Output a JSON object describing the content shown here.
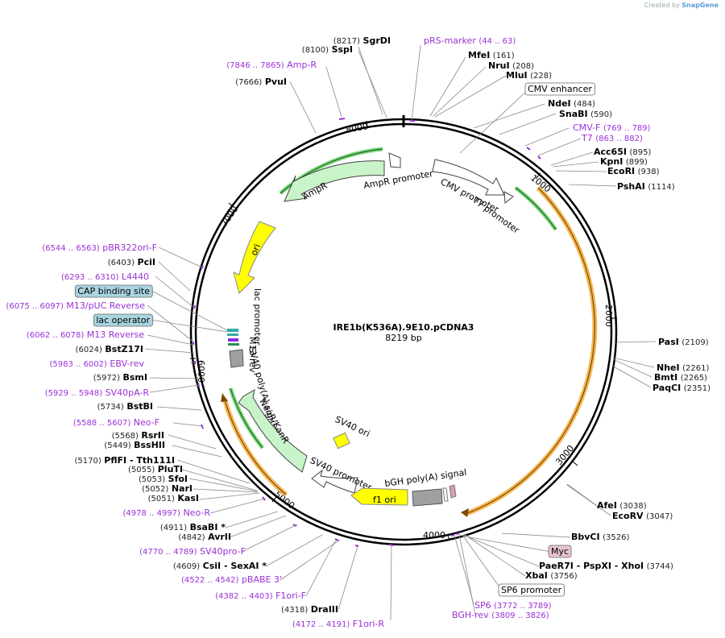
{
  "credit": {
    "prefix": "Created by",
    "brand": "SnapGene"
  },
  "plasmid": {
    "name": "IRE1b(K536A).9E10.pCDNA3",
    "length_label": "8219 bp"
  },
  "ruler": [
    "1000",
    "2000",
    "3000",
    "4000",
    "5000",
    "6000",
    "7000",
    "8000"
  ],
  "features": [
    {
      "id": "ampr-promoter",
      "label": "AmpR promoter",
      "color": "#ffffff"
    },
    {
      "id": "ampr",
      "label": "AmpR",
      "color": "#c9f3c9"
    },
    {
      "id": "cmv-promoter",
      "label": "CMV promoter",
      "color": "#ffffff"
    },
    {
      "id": "t7-promoter",
      "label": "T7 promoter",
      "color": "#ffffff"
    },
    {
      "id": "ori",
      "label": "ori",
      "color": "#ffff00"
    },
    {
      "id": "lac-promoter",
      "label": "lac promoter",
      "color": "#ffffff"
    },
    {
      "id": "m13-rev",
      "label": "M13 rev",
      "color": "#ffffff"
    },
    {
      "id": "sv40-polya",
      "label": "SV40 poly(A) signal",
      "color": "#a0a0a0"
    },
    {
      "id": "neo",
      "label": "NeoR/KanR",
      "color": "#c9f3c9"
    },
    {
      "id": "sv40-ori",
      "label": "SV40 ori",
      "color": "#ffff00"
    },
    {
      "id": "sv40-promoter",
      "label": "SV40 promoter",
      "color": "#ffffff"
    },
    {
      "id": "f1-ori",
      "label": "f1 ori",
      "color": "#ffff00"
    },
    {
      "id": "bgh",
      "label": "bGH poly(A) signal",
      "color": "#a0a0a0"
    }
  ],
  "labels": [
    {
      "name": "SgrDI",
      "pos": "(8217)",
      "kind": "enzyme"
    },
    {
      "name": "SspI",
      "pos": "(8100)",
      "kind": "enzyme"
    },
    {
      "name": "Amp-R",
      "pos": "(7846 .. 7865)",
      "kind": "primer"
    },
    {
      "name": "PvuI",
      "pos": "(7666)",
      "kind": "enzyme"
    },
    {
      "name": "pRS-marker",
      "pos": "(44 .. 63)",
      "kind": "primer"
    },
    {
      "name": "MfeI",
      "pos": "(161)",
      "kind": "enzyme"
    },
    {
      "name": "NruI",
      "pos": "(208)",
      "kind": "enzyme"
    },
    {
      "name": "MluI",
      "pos": "(228)",
      "kind": "enzyme"
    },
    {
      "name": "CMV enhancer",
      "pos": "",
      "kind": "boxed"
    },
    {
      "name": "NdeI",
      "pos": "(484)",
      "kind": "enzyme"
    },
    {
      "name": "SnaBI",
      "pos": "(590)",
      "kind": "enzyme"
    },
    {
      "name": "CMV-F",
      "pos": "(769 .. 789)",
      "kind": "primer"
    },
    {
      "name": "T7",
      "pos": "(863 .. 882)",
      "kind": "primer"
    },
    {
      "name": "Acc65I",
      "pos": "(895)",
      "kind": "enzyme"
    },
    {
      "name": "KpnI",
      "pos": "(899)",
      "kind": "enzyme"
    },
    {
      "name": "EcoRI",
      "pos": "(938)",
      "kind": "enzyme"
    },
    {
      "name": "PshAI",
      "pos": "(1114)",
      "kind": "enzyme"
    },
    {
      "name": "PasI",
      "pos": "(2109)",
      "kind": "enzyme"
    },
    {
      "name": "NheI",
      "pos": "(2261)",
      "kind": "enzyme"
    },
    {
      "name": "BmtI",
      "pos": "(2265)",
      "kind": "enzyme"
    },
    {
      "name": "PaqCI",
      "pos": "(2351)",
      "kind": "enzyme"
    },
    {
      "name": "AfeI",
      "pos": "(3038)",
      "kind": "enzyme"
    },
    {
      "name": "EcoRV",
      "pos": "(3047)",
      "kind": "enzyme"
    },
    {
      "name": "BbvCI",
      "pos": "(3526)",
      "kind": "enzyme"
    },
    {
      "name": "Myc",
      "pos": "",
      "kind": "boxed-pink"
    },
    {
      "name": "PaeR7I - PspXI - XhoI",
      "pos": "(3744)",
      "kind": "enzyme"
    },
    {
      "name": "XbaI",
      "pos": "(3756)",
      "kind": "enzyme"
    },
    {
      "name": "SP6 promoter",
      "pos": "",
      "kind": "boxed"
    },
    {
      "name": "SP6",
      "pos": "(3772 .. 3789)",
      "kind": "primer"
    },
    {
      "name": "BGH-rev",
      "pos": "(3809 .. 3826)",
      "kind": "primer"
    },
    {
      "name": "F1ori-R",
      "pos": "(4172 .. 4191)",
      "kind": "primer"
    },
    {
      "name": "DraIII",
      "pos": "(4318)",
      "kind": "enzyme"
    },
    {
      "name": "F1ori-F",
      "pos": "(4382 .. 4403)",
      "kind": "primer"
    },
    {
      "name": "pBABE 3'",
      "pos": "(4522 .. 4542)",
      "kind": "primer"
    },
    {
      "name": "CsiI - SexAI *",
      "pos": "(4609)",
      "kind": "enzyme"
    },
    {
      "name": "SV40pro-F",
      "pos": "(4770 .. 4789)",
      "kind": "primer"
    },
    {
      "name": "AvrII",
      "pos": "(4842)",
      "kind": "enzyme"
    },
    {
      "name": "BsaBI *",
      "pos": "(4911)",
      "kind": "enzyme"
    },
    {
      "name": "Neo-R",
      "pos": "(4978 .. 4997)",
      "kind": "primer"
    },
    {
      "name": "KasI",
      "pos": "(5051)",
      "kind": "enzyme"
    },
    {
      "name": "NarI",
      "pos": "(5052)",
      "kind": "enzyme"
    },
    {
      "name": "SfoI",
      "pos": "(5053)",
      "kind": "enzyme"
    },
    {
      "name": "PluTI",
      "pos": "(5055)",
      "kind": "enzyme"
    },
    {
      "name": "PflFI - Tth111I",
      "pos": "(5170)",
      "kind": "enzyme"
    },
    {
      "name": "BssHII",
      "pos": "(5449)",
      "kind": "enzyme"
    },
    {
      "name": "RsrII",
      "pos": "(5568)",
      "kind": "enzyme"
    },
    {
      "name": "Neo-F",
      "pos": "(5588 .. 5607)",
      "kind": "primer"
    },
    {
      "name": "BstBI",
      "pos": "(5734)",
      "kind": "enzyme"
    },
    {
      "name": "SV40pA-R",
      "pos": "(5929 .. 5948)",
      "kind": "primer"
    },
    {
      "name": "BsmI",
      "pos": "(5972)",
      "kind": "enzyme"
    },
    {
      "name": "EBV-rev",
      "pos": "(5983 .. 6002)",
      "kind": "primer"
    },
    {
      "name": "BstZ17I",
      "pos": "(6024)",
      "kind": "enzyme"
    },
    {
      "name": "M13 Reverse",
      "pos": "(6062 .. 6078)",
      "kind": "primer"
    },
    {
      "name": "lac operator",
      "pos": "",
      "kind": "boxed-teal"
    },
    {
      "name": "M13/pUC Reverse",
      "pos": "(6075 .. 6097)",
      "kind": "primer"
    },
    {
      "name": "CAP binding site",
      "pos": "",
      "kind": "boxed-teal"
    },
    {
      "name": "L4440",
      "pos": "(6293 .. 6310)",
      "kind": "primer"
    },
    {
      "name": "PciI",
      "pos": "(6403)",
      "kind": "enzyme"
    },
    {
      "name": "pBR322ori-F",
      "pos": "(6544 .. 6563)",
      "kind": "primer"
    }
  ]
}
